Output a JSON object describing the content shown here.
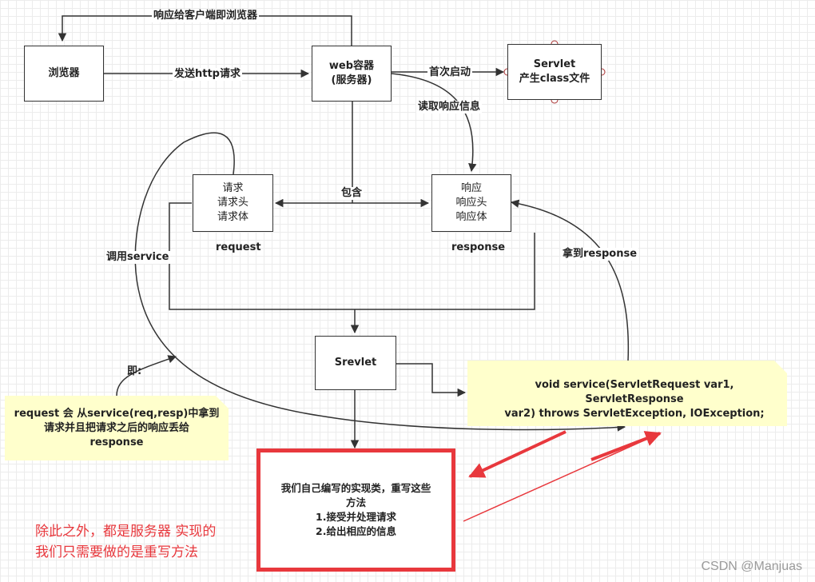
{
  "nodes": {
    "browser": "浏览器",
    "web_container": [
      "web容器",
      "(服务器)"
    ],
    "servlet_class": [
      "Servlet",
      "产生class文件"
    ],
    "request_box": [
      "请求",
      "请求头",
      "请求体"
    ],
    "response_box": [
      "响应",
      "响应头",
      "响应体"
    ],
    "srevlet": "Srevlet"
  },
  "edge_labels": {
    "respond_to_client": "响应给客户端即浏览器",
    "send_http": "发送http请求",
    "first_start": "首次启动",
    "read_response": "读取响应信息",
    "contains": "包含",
    "call_service": "调用service",
    "get_response": "拿到response",
    "ie": "即:"
  },
  "captions": {
    "request": "request",
    "response": "response"
  },
  "notes": {
    "service_signature": [
      "void service(ServletRequest var1, ServletResponse",
      "var2) throws ServletException, IOException;"
    ],
    "request_note": [
      "request 会 从service(req,resp)中拿到",
      "请求并且把请求之后的响应丢给",
      "response"
    ]
  },
  "impl_box": [
    "我们自己编写的实现类，重写这些",
    "方法",
    "1.接受并处理请求",
    "2.给出相应的信息"
  ],
  "red_note": [
    "除此之外，都是服务器 实现的",
    "我们只需要做的是重写方法"
  ],
  "watermark": "CSDN @Manjuas",
  "colors": {
    "line": "#333333",
    "note_fill": "#ffffcc",
    "accent_red": "#e8383d",
    "port_fill": "#ffffff"
  }
}
